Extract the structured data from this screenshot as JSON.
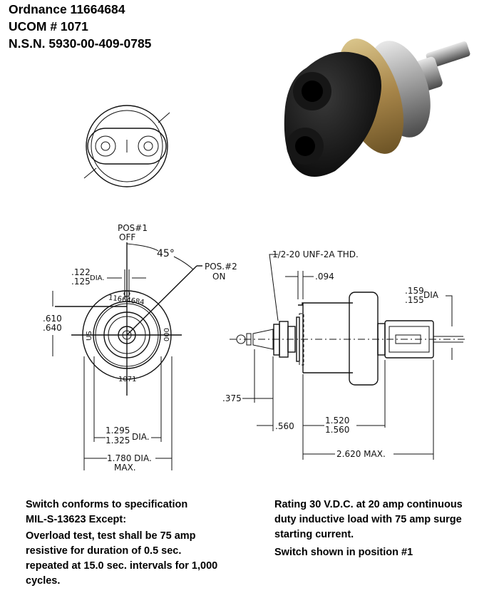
{
  "header": {
    "ordnance": "Ordnance 11664684",
    "ucom": "UCOM # 1071",
    "nsn": "N.S.N. 5930-00-409-0785"
  },
  "drawing": {
    "front_view": {
      "pos1_line1": "POS#1",
      "pos1_line2": "OFF",
      "angle": "45°",
      "pos2_line1": "POS.#2",
      "pos2_line2": "ON",
      "hole_dia_min": ".122",
      "hole_dia_max": ".125",
      "hole_dia_suffix": "DIA.",
      "offset_min": ".610",
      "offset_max": ".640",
      "marking_top": "11664684",
      "marking_left": "US",
      "marking_right": "000",
      "marking_bottom": "1071",
      "inner_dia_min": "1.295",
      "inner_dia_max": "1.325",
      "inner_dia_suffix": "DIA.",
      "outer_dia": "1.780 DIA.",
      "outer_dia_max": "MAX."
    },
    "side_view": {
      "thread": "1/2-20 UNF-2A THD.",
      "flange": ".094",
      "pin_dia_max": ".159",
      "pin_dia_min": ".155",
      "pin_dia_suffix": "DIA",
      "stud_len": ".375",
      "bushing_len": ".560",
      "body_len_min": "1.520",
      "body_len_max": "1.560",
      "overall_len": "2.620 MAX."
    }
  },
  "notes": {
    "left": [
      "Switch conforms to specification",
      "MIL-S-13623 Except:",
      "Overload test, test shall be 75 amp",
      "resistive for duration of 0.5 sec.",
      "repeated at 15.0 sec. intervals for 1,000",
      "cycles."
    ],
    "right": [
      "Rating 30 V.D.C. at 20 amp continuous",
      "duty inductive load with 75 amp surge",
      "starting current.",
      "Switch shown in position #1"
    ]
  }
}
